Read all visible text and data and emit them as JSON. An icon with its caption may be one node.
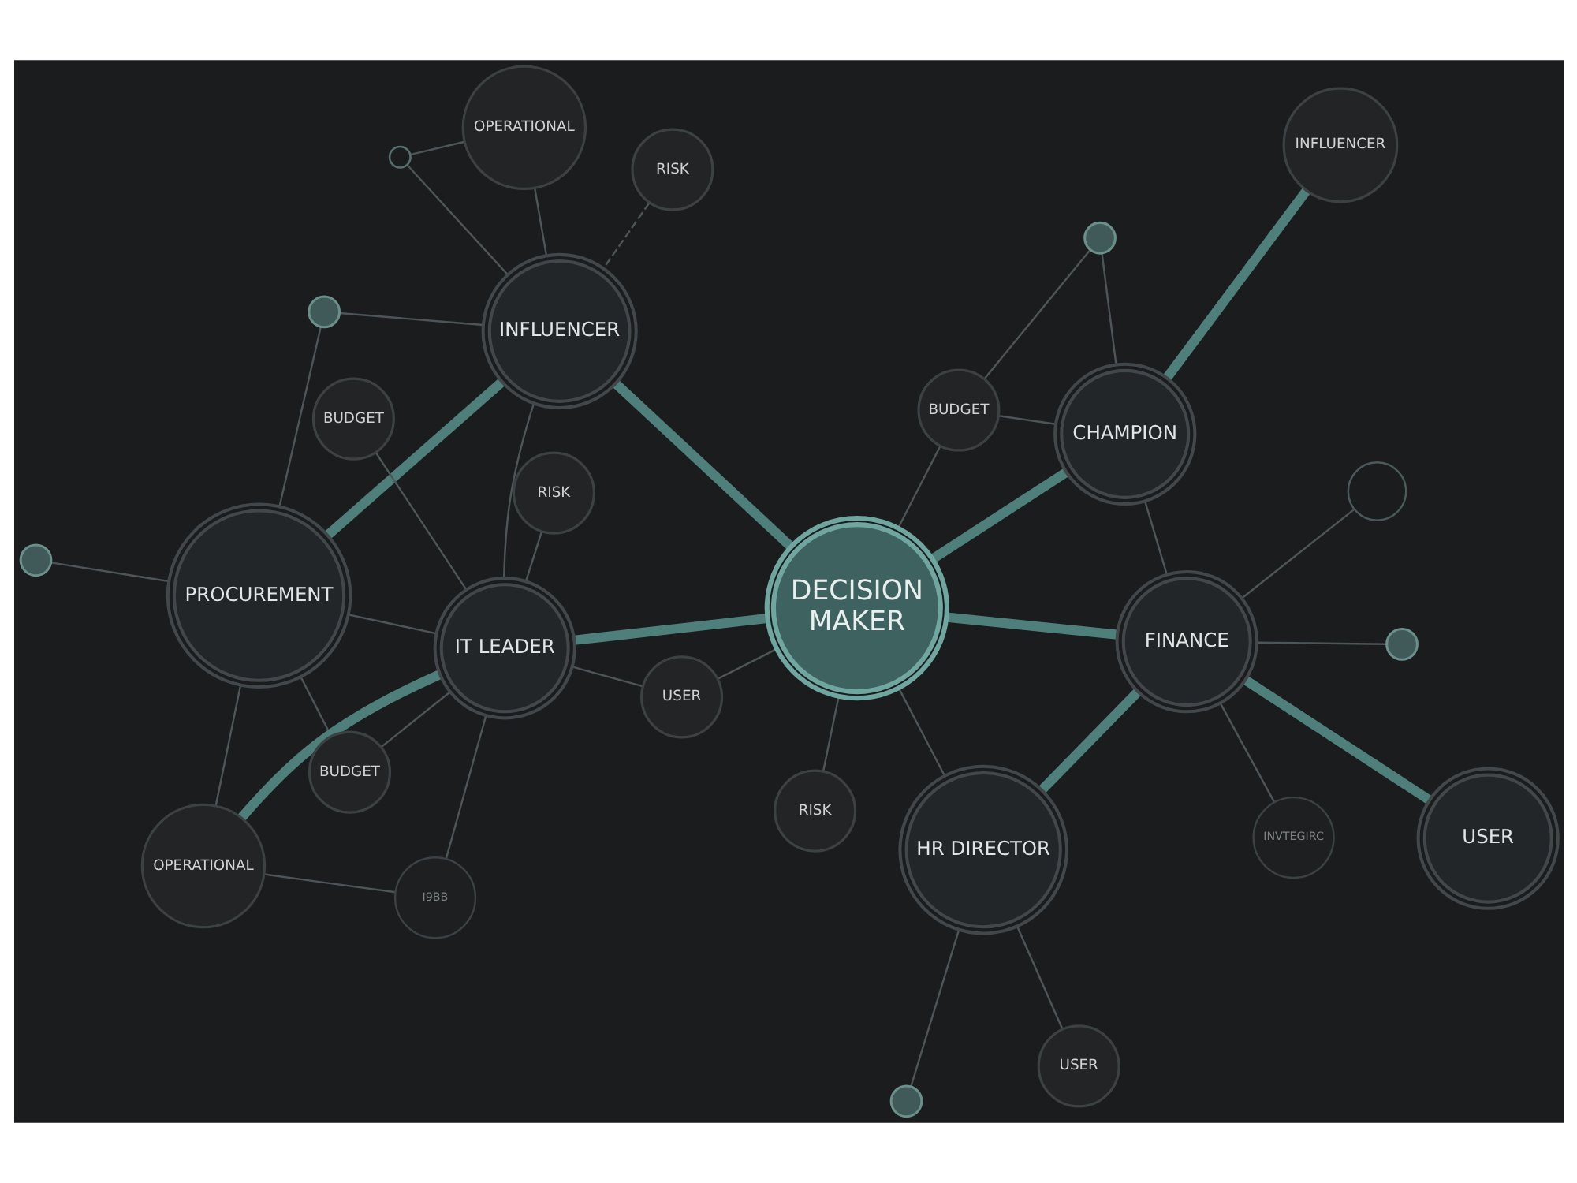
{
  "diagram": {
    "nodes": [
      {
        "text": [
          "RISK"
        ]
      },
      {
        "text": [],
        "shape": "circle"
      },
      {
        "text": [
          "RISK"
        ]
      },
      {
        "text": [
          "BUDGET"
        ]
      },
      {
        "text": [],
        "shape": "circle"
      },
      {
        "text": [
          "INFLUENCER"
        ]
      },
      {
        "text": [
          "OPERATIONAL"
        ]
      },
      {
        "text": [],
        "shape": "circle"
      },
      {
        "text": [
          "INFLUENCER"
        ]
      },
      {
        "text": [
          "CHAMPION"
        ]
      },
      {
        "text": [],
        "shape": "circle"
      },
      {
        "text": [],
        "shape": "circle"
      },
      {
        "text": [
          "PROCUREMENT"
        ]
      },
      {
        "text": [
          "DECISION MAKER"
        ]
      },
      {
        "text": [
          "HR DIRECTOR"
        ]
      },
      {
        "text": [
          "USER"
        ]
      },
      {
        "text": [
          "BUDGET"
        ]
      },
      {
        "text": [],
        "shape": "circle"
      },
      {
        "text": [
          "IT LEADER"
        ]
      },
      {
        "text": [
          "FINANCE"
        ]
      },
      {
        "text": [
          "I9BB"
        ]
      },
      {
        "text": [
          "USER"
        ]
      },
      {
        "text": [
          "OPERATIONAL"
        ]
      },
      {
        "text": [
          "USER"
        ]
      },
      {
        "text": [
          "RISK"
        ]
      },
      {
        "text": [
          "BUDGET"
        ]
      },
      {
        "text": [
          "INVTEGIRC"
        ]
      },
      {
        "text": [],
        "shape": "circle"
      }
    ],
    "edges": [
      {
        "from": 0,
        "to": 8,
        "arrow": "none",
        "style": "dashed"
      },
      {
        "from": 1,
        "to": 8,
        "arrow": "none"
      },
      {
        "from": 1,
        "to": 6,
        "arrow": "none"
      },
      {
        "from": 2,
        "to": 13,
        "arrow": "none"
      },
      {
        "from": 3,
        "to": 4,
        "arrow": "none"
      },
      {
        "from": 3,
        "to": 9,
        "arrow": "none"
      },
      {
        "from": 3,
        "to": 13,
        "arrow": "none"
      },
      {
        "from": 4,
        "to": 9,
        "arrow": "none"
      },
      {
        "from": 9,
        "to": 5,
        "arrow": "none",
        "style": "thick",
        "color": "#4f7f7a"
      },
      {
        "from": 8,
        "to": 6,
        "arrow": "none"
      },
      {
        "from": 7,
        "to": 8,
        "arrow": "none"
      },
      {
        "from": 7,
        "to": 12,
        "arrow": "none"
      },
      {
        "from": 13,
        "to": 8,
        "arrow": "none",
        "style": "thick",
        "color": "#4f7f7a"
      },
      {
        "from": 13,
        "to": 9,
        "arrow": "none",
        "style": "thick",
        "color": "#4f7f7a"
      },
      {
        "from": 8,
        "to": 12,
        "arrow": "none",
        "style": "thick",
        "color": "#4f7f7a"
      },
      {
        "from": 8,
        "to": 18,
        "arrow": "none"
      },
      {
        "from": 10,
        "to": 14,
        "arrow": "none"
      },
      {
        "from": 9,
        "to": 19,
        "arrow": "none"
      },
      {
        "from": 11,
        "to": 12,
        "arrow": "none"
      },
      {
        "from": 12,
        "to": 18,
        "arrow": "none"
      },
      {
        "from": 12,
        "to": 22,
        "arrow": "none"
      },
      {
        "from": 13,
        "to": 14,
        "arrow": "none"
      },
      {
        "from": 14,
        "to": 15,
        "arrow": "none"
      },
      {
        "from": 16,
        "to": 12,
        "arrow": "none"
      },
      {
        "from": 16,
        "to": 18,
        "arrow": "none"
      },
      {
        "from": 17,
        "to": 19,
        "arrow": "none"
      },
      {
        "from": 13,
        "to": 18,
        "arrow": "none",
        "style": "thick",
        "color": "#4f7f7a"
      },
      {
        "from": 13,
        "to": 19,
        "arrow": "none",
        "style": "thick",
        "color": "#4f7f7a"
      },
      {
        "from": 13,
        "to": 21,
        "arrow": "none"
      },
      {
        "from": 19,
        "to": 14,
        "arrow": "none",
        "style": "thick",
        "color": "#4f7f7a"
      },
      {
        "from": 20,
        "to": 18,
        "arrow": "none"
      },
      {
        "from": 20,
        "to": 22,
        "arrow": "none"
      },
      {
        "from": 18,
        "to": 22,
        "arrow": "none",
        "style": "thick",
        "color": "#4f7f7a"
      },
      {
        "from": 18,
        "to": 21,
        "arrow": "none"
      },
      {
        "from": 18,
        "to": 24,
        "arrow": "none"
      },
      {
        "from": 18,
        "to": 25,
        "arrow": "none"
      },
      {
        "from": 19,
        "to": 23,
        "arrow": "none",
        "style": "thick",
        "color": "#4f7f7a"
      },
      {
        "from": 19,
        "to": 26,
        "arrow": "none"
      },
      {
        "from": 19,
        "to": 27,
        "arrow": "none"
      }
    ]
  }
}
